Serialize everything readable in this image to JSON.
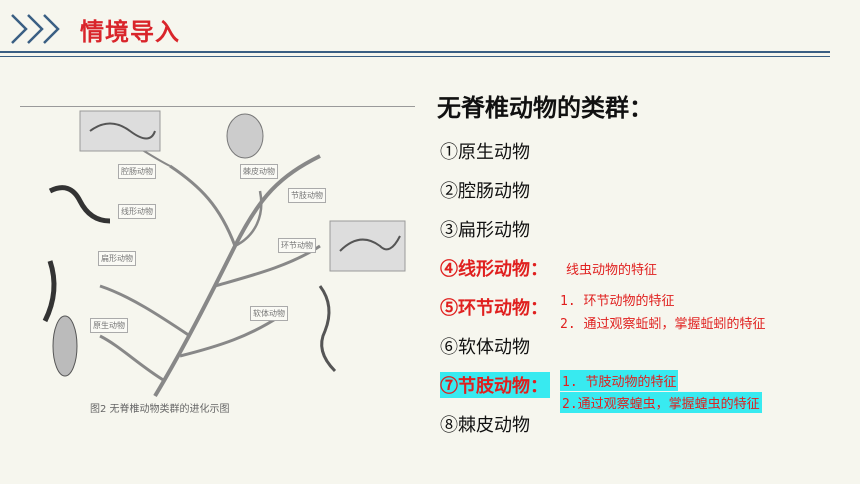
{
  "header": {
    "title": "情境导入",
    "accent": "#d9252b",
    "rule_color": "#3a5f83"
  },
  "figure": {
    "caption": "图2  无脊椎动物类群的进化示图",
    "labels": [
      "节肢动物",
      "环节动物",
      "线形动物",
      "扁形动物",
      "软体动物",
      "棘皮动物",
      "腔肠动物",
      "原生动物"
    ]
  },
  "list": {
    "title": "无脊椎动物的类群：",
    "items": [
      "①原生动物",
      "②腔肠动物",
      "③扁形动物",
      "④线形动物：",
      "⑤环节动物：",
      "⑥软体动物",
      "⑦节肢动物：",
      "⑧棘皮动物"
    ],
    "notes": {
      "nematode": "线虫动物的特征",
      "annelid_1": "1. 环节动物的特征",
      "annelid_2": "2. 通过观察蚯蚓，掌握蚯蚓的特征",
      "arthropod_1": "1. 节肢动物的特征",
      "arthropod_2": "2.通过观察蝗虫，掌握蝗虫的特征"
    },
    "highlight_color": "#38eaf0",
    "emphasis_color": "#e0201f"
  }
}
